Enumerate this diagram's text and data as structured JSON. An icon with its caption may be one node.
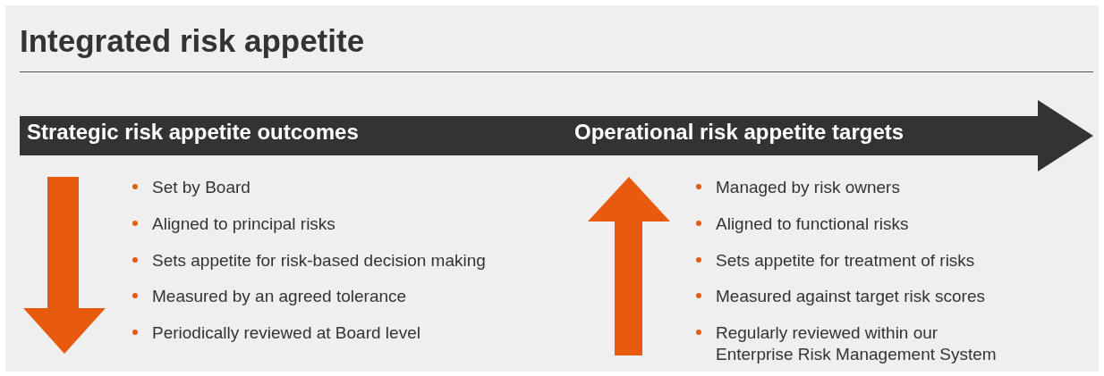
{
  "diagram": {
    "title": "Integrated risk appetite",
    "nodes": [
      {
        "text": [
          "Strategic risk appetite outcomes",
          "Operational risk appetite targets"
        ]
      }
    ],
    "labels": [
      "Set by Board",
      "Aligned to principal risks",
      "Sets appetite for risk-based decision making",
      "Measured by an agreed tolerance",
      "Periodically reviewed at Board level",
      "Managed by risk owners",
      "Aligned to functional risks",
      "Sets appetite for treatment of risks",
      "Measured against target risk scores",
      "Regularly reviewed within our Enterprise Risk Management System"
    ]
  }
}
